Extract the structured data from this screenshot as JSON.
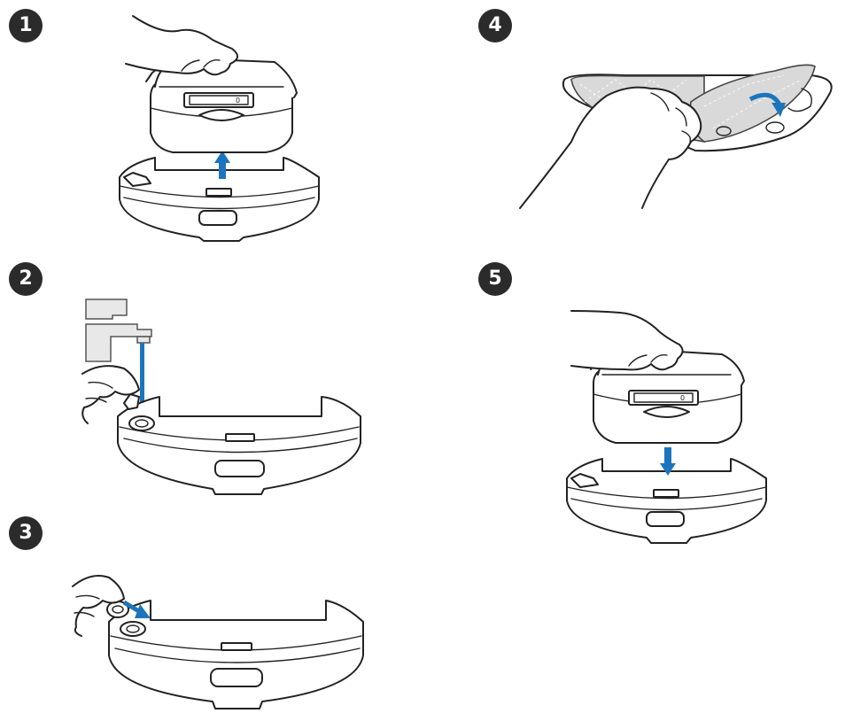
{
  "steps": [
    {
      "number": "1",
      "tank_display": "0",
      "icon": "arrow-up-icon"
    },
    {
      "number": "2",
      "icon": "faucet-icon"
    },
    {
      "number": "3",
      "icon": "arrow-diagonal-icon"
    },
    {
      "number": "4",
      "icon": "curved-arrow-icon"
    },
    {
      "number": "5",
      "tank_display": "0",
      "icon": "arrow-down-icon"
    }
  ],
  "colors": {
    "badge": "#2b2b2b",
    "arrow": "#1c75bc",
    "pad": "#d9d9d9"
  }
}
